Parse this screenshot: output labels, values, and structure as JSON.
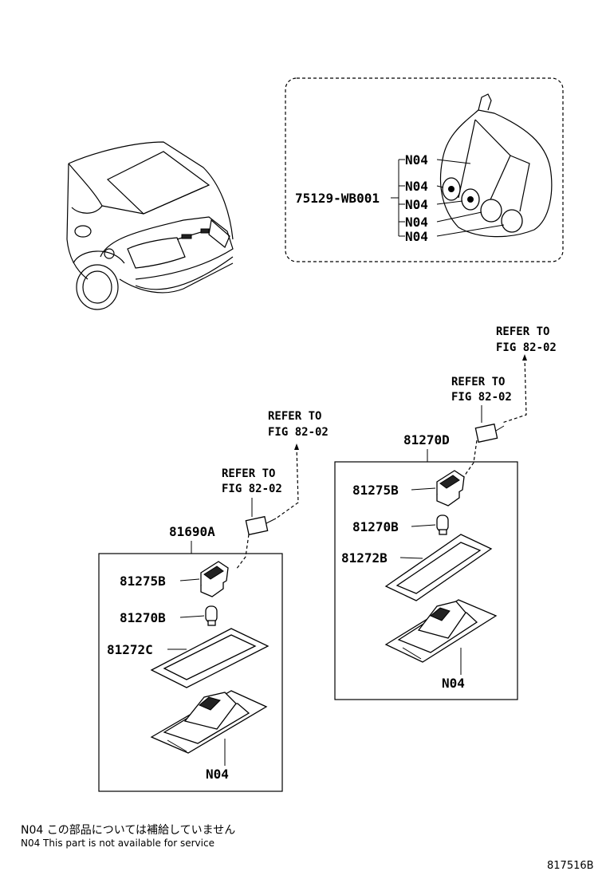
{
  "labels": {
    "n04_1": "N04",
    "n04_2": "N04",
    "n04_3": "N04",
    "n04_4": "N04",
    "n04_5": "N04",
    "part_75129": "75129-WB001",
    "ref_top_1": "REFER TO",
    "ref_top_2": "FIG 82-02",
    "ref_r_1": "REFER TO",
    "ref_r_2": "FIG 82-02",
    "ref_l_1": "REFER TO",
    "ref_l_2": "FIG 82-02",
    "ref_l2_1": "REFER TO",
    "ref_l2_2": "FIG 82-02",
    "p81270D": "81270D",
    "p81275B_r": "81275B",
    "p81270B_r": "81270B",
    "p81272B": "81272B",
    "n04_r": "N04",
    "p81690A": "81690A",
    "p81275B_l": "81275B",
    "p81270B_l": "81270B",
    "p81272C": "81272C",
    "n04_l": "N04"
  },
  "notes": {
    "jp": "N04 この部品については補給していません",
    "en": "N04 This part is not available for service"
  },
  "figure_code": "817516B"
}
